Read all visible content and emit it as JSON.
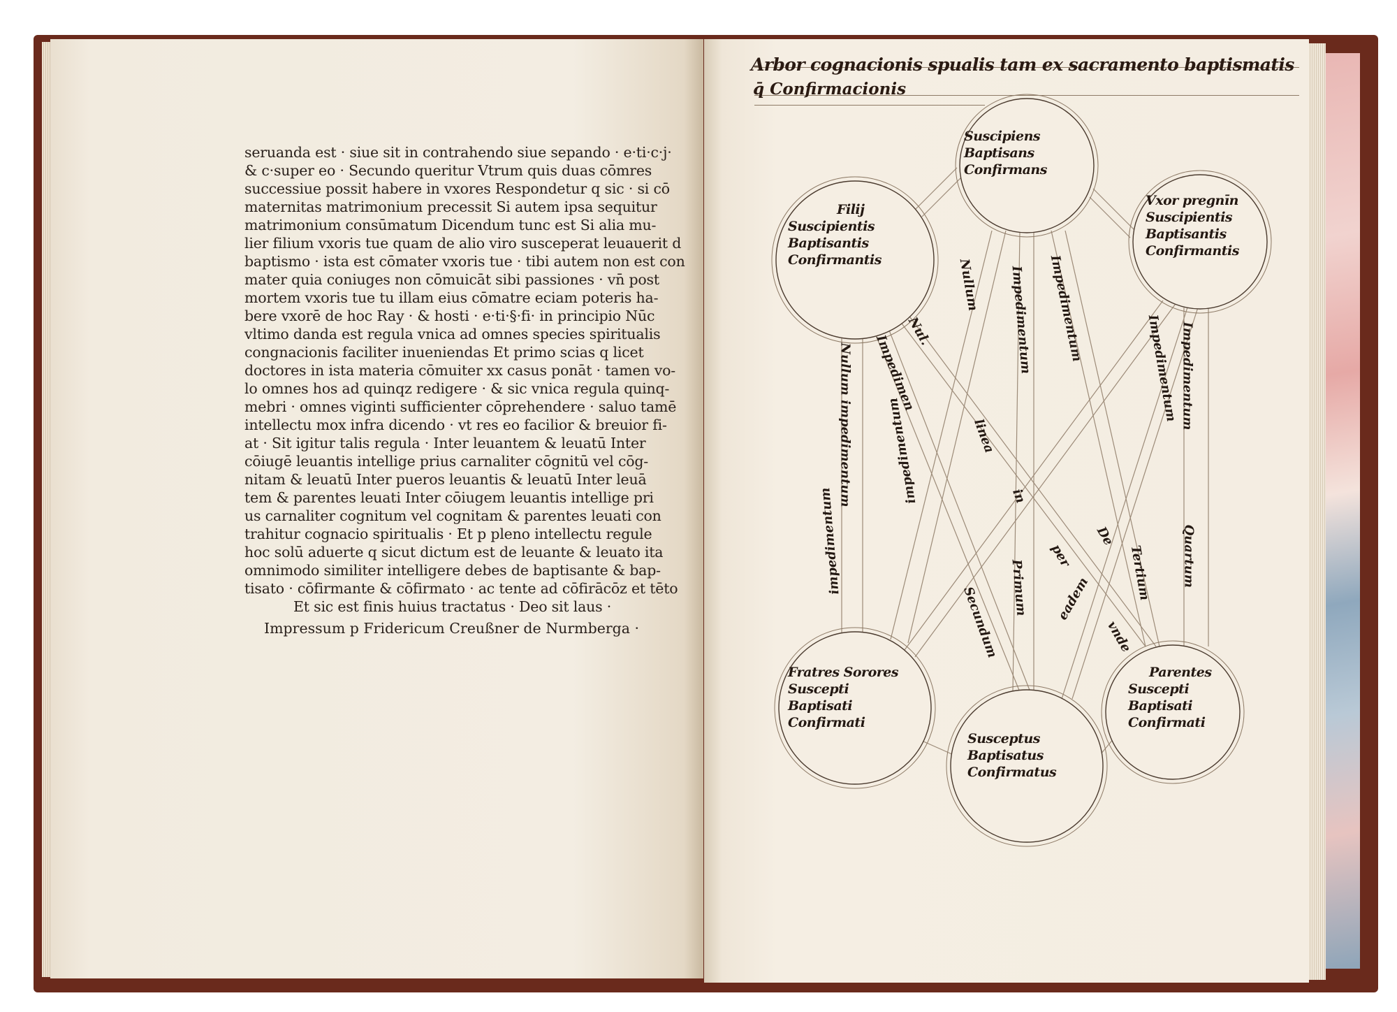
{
  "left_page": {
    "lines": [
      "seruanda est · siue sit in contrahendo siue sepando · e·ti·c·j·",
      "& c·super eo · Secundo queritur Vtrum quis duas cōmres",
      "successiue possit habere in vxores Respondetur q sic · si cō",
      "maternitas matrimonium precessit Si autem ipsa sequitur",
      "matrimonium consūmatum Dicendum tunc est Si alia mu-",
      "lier filium vxoris tue quam de alio viro susceperat leuauerit d",
      "baptismo · ista est cōmater vxoris tue · tibi autem non est con",
      "mater quia coniuges non cōmuicāt sibi passiones · vn̄ post",
      "mortem vxoris tue tu illam eius cōmatre eciam poteris ha-",
      "bere vxorē de hoc Ray · & hosti · e·ti·§·fi· in principio Nūc",
      "vltimo danda est regula vnica ad omnes species spiritualis",
      "congnacionis faciliter inueniendas Et primo scias q licet",
      "doctores in ista materia cōmuiter xx casus ponāt · tamen vo-",
      "lo omnes hos ad quinqz redigere · & sic vnica regula quinq-",
      "mebri · omnes viginti sufficienter cōprehendere · saluo tamē",
      "intellectu mox infra dicendo · vt res eo facilior & breuior fi-",
      "at · Sit igitur talis regula · Inter leuantem & leuatū Inter",
      "cōiugē leuantis intellige prius carnaliter cōgnitū vel cōg-",
      "nitam & leuatū Inter pueros leuantis & leuatū Inter leuā",
      "tem & parentes leuati Inter cōiugem leuantis intellige pri",
      "us carnaliter cognitum vel cognitam & parentes leuati con",
      "trahitur cognacio spiritualis · Et p pleno intellectu regule",
      "hoc solū aduerte q sicut dictum est de leuante & leuato ita",
      "omnimodo similiter intelligere debes de baptisante & bap-",
      "tisato · cōfirmante & cōfirmato · ac tente ad cōfirācōz et tēto",
      "Et sic est finis huius tractatus · Deo sit laus ·"
    ],
    "imprint": "Impressum p Fridericum Creußner de Nurmberga ·"
  },
  "right_page": {
    "title_line1": "Arbor cognacionis spualis tam ex sacramento baptismatis",
    "title_line2": "q̄ Confirmacionis",
    "nodes": {
      "top": [
        "Suscipiens",
        "Baptisans",
        "Confirmans"
      ],
      "upper_left": [
        "Filij",
        "Suscipientis",
        "Baptisantis",
        "Confirmantis"
      ],
      "upper_right": [
        "Vxor pregnīn",
        "Suscipientis",
        "Baptisantis",
        "Confirmantis"
      ],
      "lower_left": [
        "Fratres Sorores",
        "Suscepti",
        "Baptisati",
        "Confirmati"
      ],
      "bottom": [
        "Susceptus",
        "Baptisatus",
        "Confirmatus"
      ],
      "lower_right": [
        "Parentes",
        "Suscepti",
        "Baptisati",
        "Confirmati"
      ]
    },
    "line_labels": [
      "Nullum",
      "Impedimentum",
      "Impedimentum",
      "Nullum impedimentum",
      "Nul.",
      "Impedimen",
      "Impedimentum",
      "Impedimentum",
      "linea",
      "in",
      "per",
      "eadem",
      "impedimentum",
      "impedimentum",
      "Secundum",
      "Primum",
      "Tertium",
      "Quartum",
      "vnde",
      "De"
    ]
  }
}
